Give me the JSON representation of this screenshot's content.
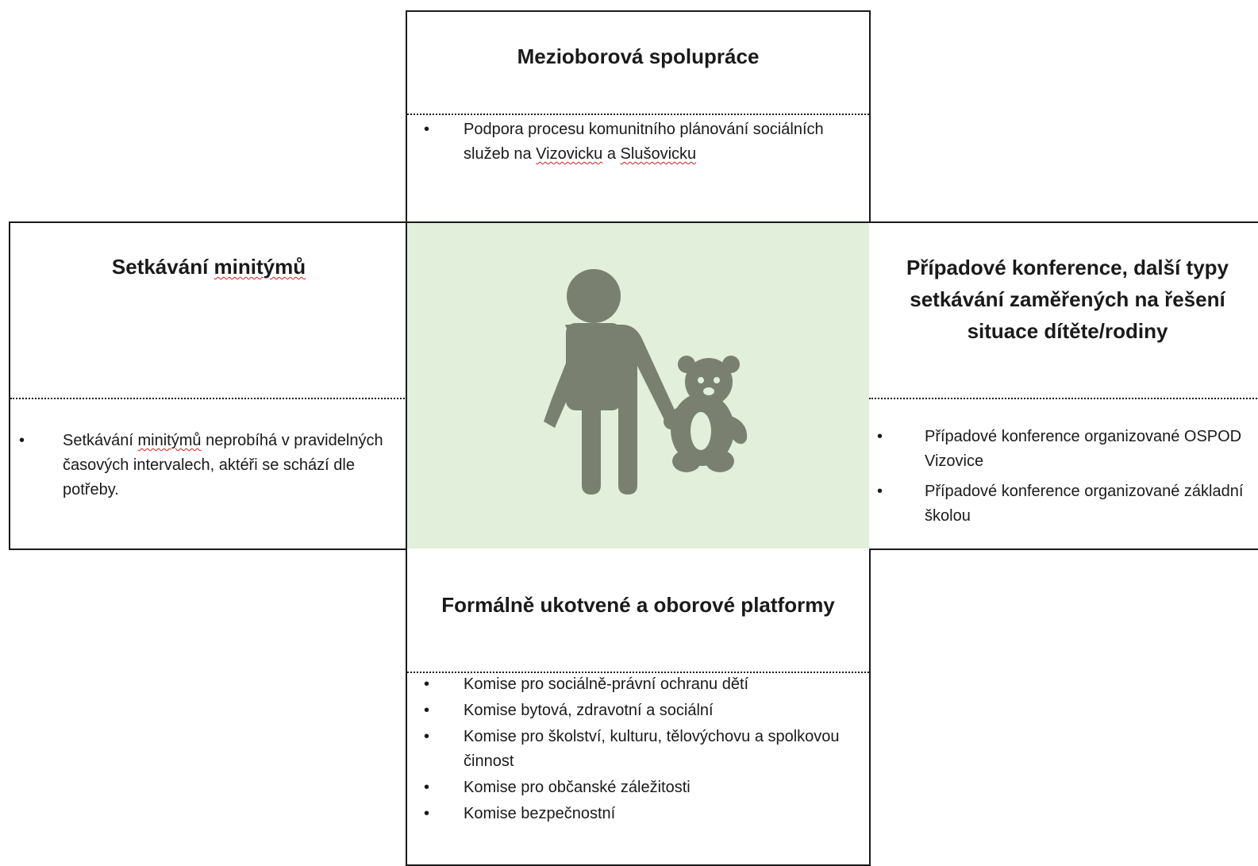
{
  "top": {
    "title": "Mezioborová spolupráce",
    "items": [
      {
        "pre": "Podpora procesu komunitního plánování sociálních služeb na ",
        "w1": "Vizovicku",
        "mid": " a ",
        "w2": "Slušovicku"
      }
    ]
  },
  "left": {
    "title_pre": "Setkávání ",
    "title_wavy": "minitýmů",
    "items": [
      {
        "pre": "Setkávání ",
        "wavy": "minitýmů",
        "post": " neprobíhá v pravidelných časových intervalech, aktéři se schází dle potřeby."
      }
    ]
  },
  "center": {
    "icon": "parent-child-teddy-icon",
    "colors": {
      "background": "#e2efda",
      "figure": "#7a8070"
    }
  },
  "right": {
    "title": "Případové konference, další typy setkávání zaměřených na řešení situace dítěte/rodiny",
    "items": [
      "Případové konference organizované OSPOD Vizovice",
      "Případové konference organizované základní školou"
    ]
  },
  "bottom": {
    "title": "Formálně ukotvené a oborové platformy",
    "items": [
      "Komise pro sociálně-právní ochranu dětí",
      "Komise bytová, zdravotní a sociální",
      "Komise pro školství, kulturu, tělovýchovu a spolkovou činnost",
      "Komise pro občanské záležitosti",
      "Komise bezpečnostní"
    ]
  }
}
